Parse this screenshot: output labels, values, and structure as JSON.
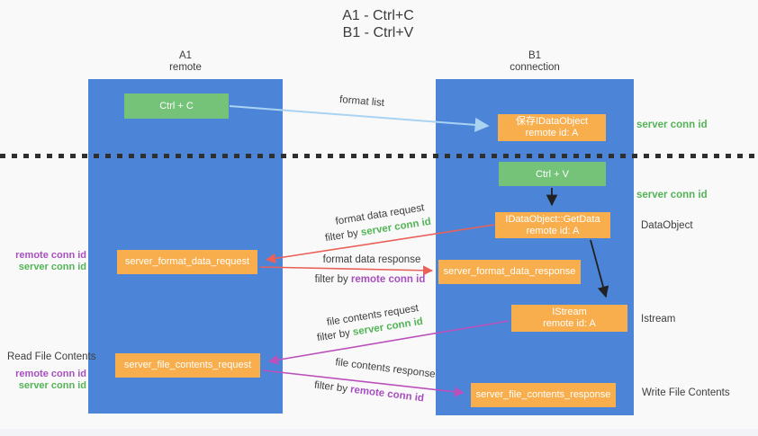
{
  "title": {
    "line1": "A1 - Ctrl+C",
    "line2": "B1 - Ctrl+V"
  },
  "lanes": {
    "left": {
      "name": "A1",
      "role": "remote"
    },
    "right": {
      "name": "B1",
      "role": "connection"
    }
  },
  "boxes": {
    "ctrl_c": {
      "label": "Ctrl + C"
    },
    "save_dataobject": {
      "line1": "保存IDataObject",
      "line2": "remote id: A"
    },
    "ctrl_v": {
      "label": "Ctrl + V"
    },
    "getdata": {
      "line1": "IDataObject::GetData",
      "line2": "remote id: A"
    },
    "format_request": {
      "label": "server_format_data_request"
    },
    "format_response": {
      "label": "server_format_data_response"
    },
    "istream": {
      "line1": "IStream",
      "line2": "remote id: A"
    },
    "file_request": {
      "label": "server_file_contents_request"
    },
    "file_response": {
      "label": "server_file_contents_response"
    }
  },
  "annotations": {
    "server_conn_id_top": "server conn id",
    "server_conn_id_mid": "server conn id",
    "dataobject": "DataObject",
    "istream": "Istream",
    "read_file": "Read File Contents",
    "write_file": "Write File Contents",
    "block1": {
      "remote": "remote conn id",
      "server": "server conn id"
    },
    "block2": {
      "remote": "remote conn id",
      "server": "server conn id"
    }
  },
  "flows": {
    "format_list": {
      "label": "format list"
    },
    "format_request": {
      "label": "format data request",
      "filter_prefix": "filter by ",
      "filter_key": "server conn id"
    },
    "format_response": {
      "label": "format data response",
      "filter_prefix": "filter by ",
      "filter_key": "remote conn id"
    },
    "file_request": {
      "label": "file contents request",
      "filter_prefix": "filter by ",
      "filter_key": "server conn id"
    },
    "file_response": {
      "label": "file contents response",
      "filter_prefix": "filter by ",
      "filter_key": "remote conn id"
    }
  },
  "colors": {
    "lane_blue": "#4c85d8",
    "box_orange": "#f8ae4c",
    "box_green": "#75c378",
    "text_green": "#53b456",
    "text_purple": "#a84fbf",
    "arrow_lightblue": "#a9d3f1",
    "arrow_red": "#e96158",
    "arrow_magenta": "#bb50bb",
    "arrow_black": "#212121",
    "text_dark": "#3d3d3d",
    "background": "#f9f9fa"
  }
}
